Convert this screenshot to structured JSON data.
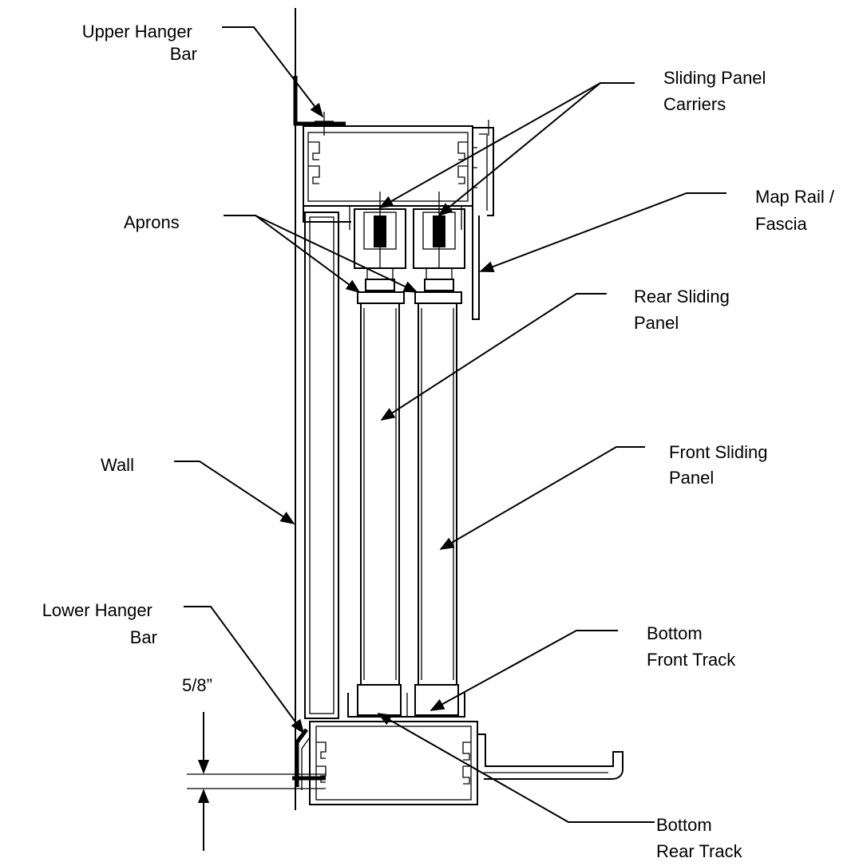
{
  "labels": {
    "upper_hanger_bar": [
      "Upper Hanger",
      "Bar"
    ],
    "sliding_panel_carriers": [
      "Sliding Panel",
      "Carriers"
    ],
    "aprons": [
      "Aprons"
    ],
    "map_rail_fascia": [
      "Map Rail /",
      "Fascia"
    ],
    "rear_sliding_panel": [
      "Rear Sliding",
      "Panel"
    ],
    "wall": [
      "Wall"
    ],
    "front_sliding_panel": [
      "Front Sliding",
      "Panel"
    ],
    "lower_hanger_bar": [
      "Lower Hanger",
      "Bar"
    ],
    "bottom_front_track": [
      "Bottom",
      "Front Track"
    ],
    "dimension": [
      "5/8”"
    ],
    "bottom_rear_track": [
      "Bottom",
      "Rear Track"
    ]
  }
}
